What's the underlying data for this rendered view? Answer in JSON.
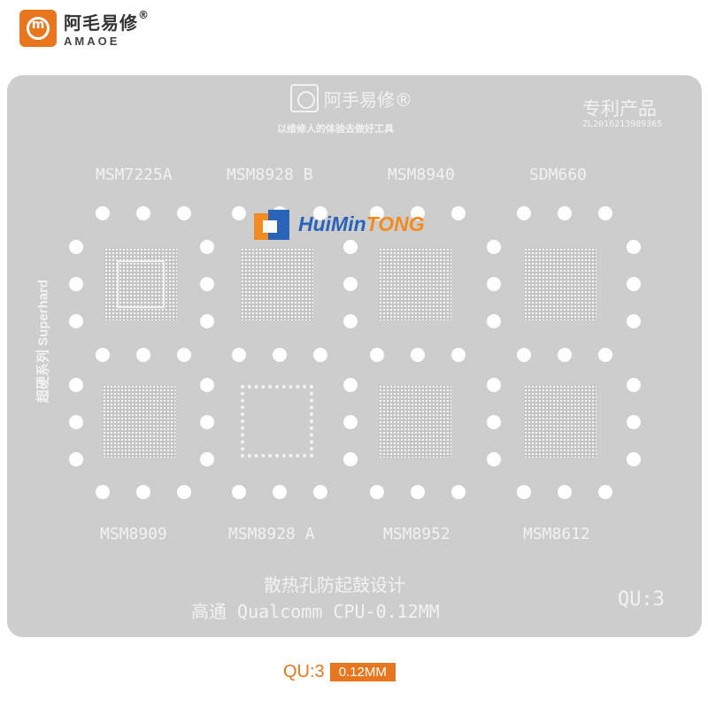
{
  "brand": {
    "name_cn": "阿毛易修",
    "reg": "®",
    "name_en": "AMAOE"
  },
  "plate": {
    "logo_text": "阿手易修®",
    "slogan": "以维修人的体验去做好工具",
    "patent": "专利产品",
    "patent_no": "ZL2016213989365",
    "series": "超硬系列 Superhard",
    "note": "散热孔防起鼓设计",
    "spec": "高通  Qualcomm CPU-0.12MM",
    "model": "QU:3"
  },
  "chips": [
    {
      "label": "MSM7225A"
    },
    {
      "label": "MSM8928 B"
    },
    {
      "label": "MSM8940"
    },
    {
      "label": "SDM660"
    },
    {
      "label": "MSM8909"
    },
    {
      "label": "MSM8928 A"
    },
    {
      "label": "MSM8952"
    },
    {
      "label": "MSM8612"
    }
  ],
  "watermark": {
    "part_a": "HuiMin",
    "part_b": "TONG"
  },
  "footer": {
    "model": "QU:3",
    "thickness": "0.12MM"
  },
  "colors": {
    "accent": "#e8761e",
    "plate": "#cdcdcd",
    "hole": "#ffffff",
    "watermark_blue": "#2a64b8"
  }
}
